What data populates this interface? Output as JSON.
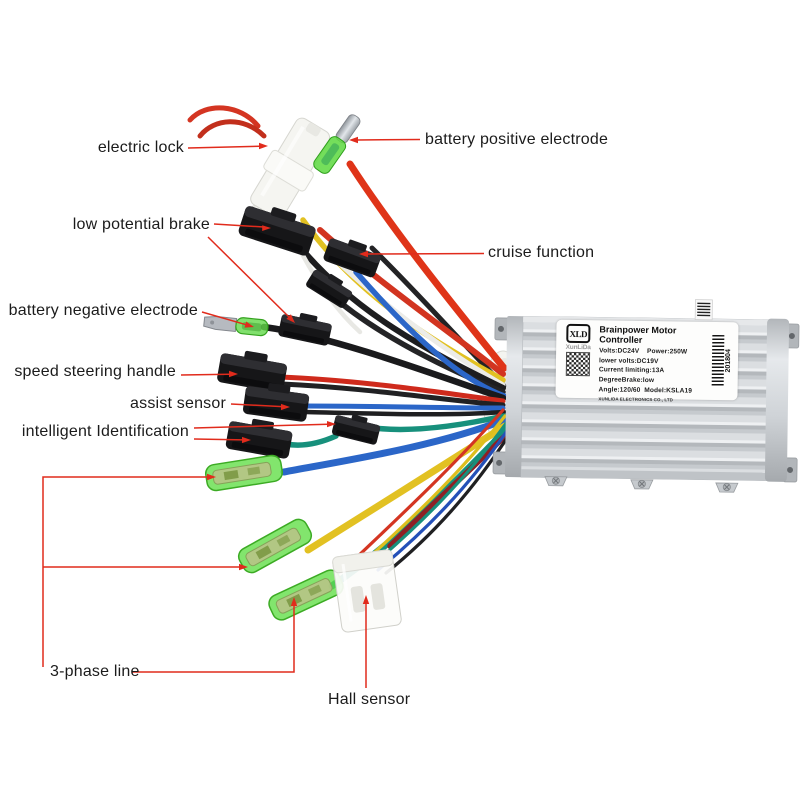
{
  "annotations": {
    "electric_lock": "electric lock",
    "battery_positive": "battery positive electrode",
    "low_potential_brake": "low potential brake",
    "cruise_function": "cruise function",
    "battery_negative": "battery negative electrode",
    "speed_steering": "speed steering handle",
    "assist_sensor": "assist sensor",
    "intelligent_id": "intelligent Identification",
    "three_phase": "3-phase line",
    "hall_sensor": "Hall sensor"
  },
  "controller_label": {
    "brand": "XLD",
    "brand_sub": "XunLiDa",
    "title": "Brainpower Motor Controller",
    "specs": [
      "Volts:DC24V    Power:250W",
      "lower volts:DC19V",
      "Current limiting:13A",
      "DegreeBrake:low",
      "Angle:120/60  Model:KSLA19"
    ],
    "company": "XUNLIDA ELECTRONICS CO., LTD",
    "serial": "201804"
  },
  "colors": {
    "annotation_line": "#e12b1c",
    "wire_red": "#df3418",
    "wire_yellow": "#e2c122",
    "wire_blue": "#2b66c8",
    "wire_teal": "#17907c",
    "wire_black": "#1d1d1f",
    "wire_dark_red": "#8e2024",
    "connector_green": "#5cd83e",
    "case_silver": "#cdd1d5"
  }
}
